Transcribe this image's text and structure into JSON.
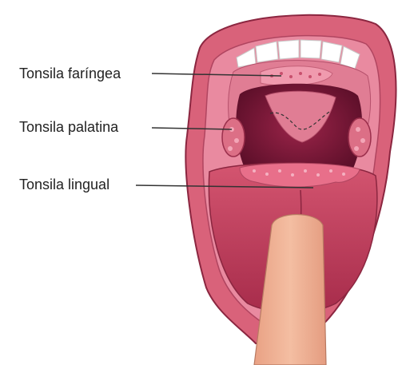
{
  "labels": {
    "pharyngeal": "Tonsila faríngea",
    "palatine": "Tonsila palatina",
    "lingual": "Tonsila lingual"
  },
  "colors": {
    "lips": "#d9627a",
    "gums": "#e98aa0",
    "throat": "#7a1638",
    "tongue": "#c23d5c",
    "tonsil": "#dc6f86",
    "depressor": "#f0b496",
    "leader_line": "#333333"
  }
}
